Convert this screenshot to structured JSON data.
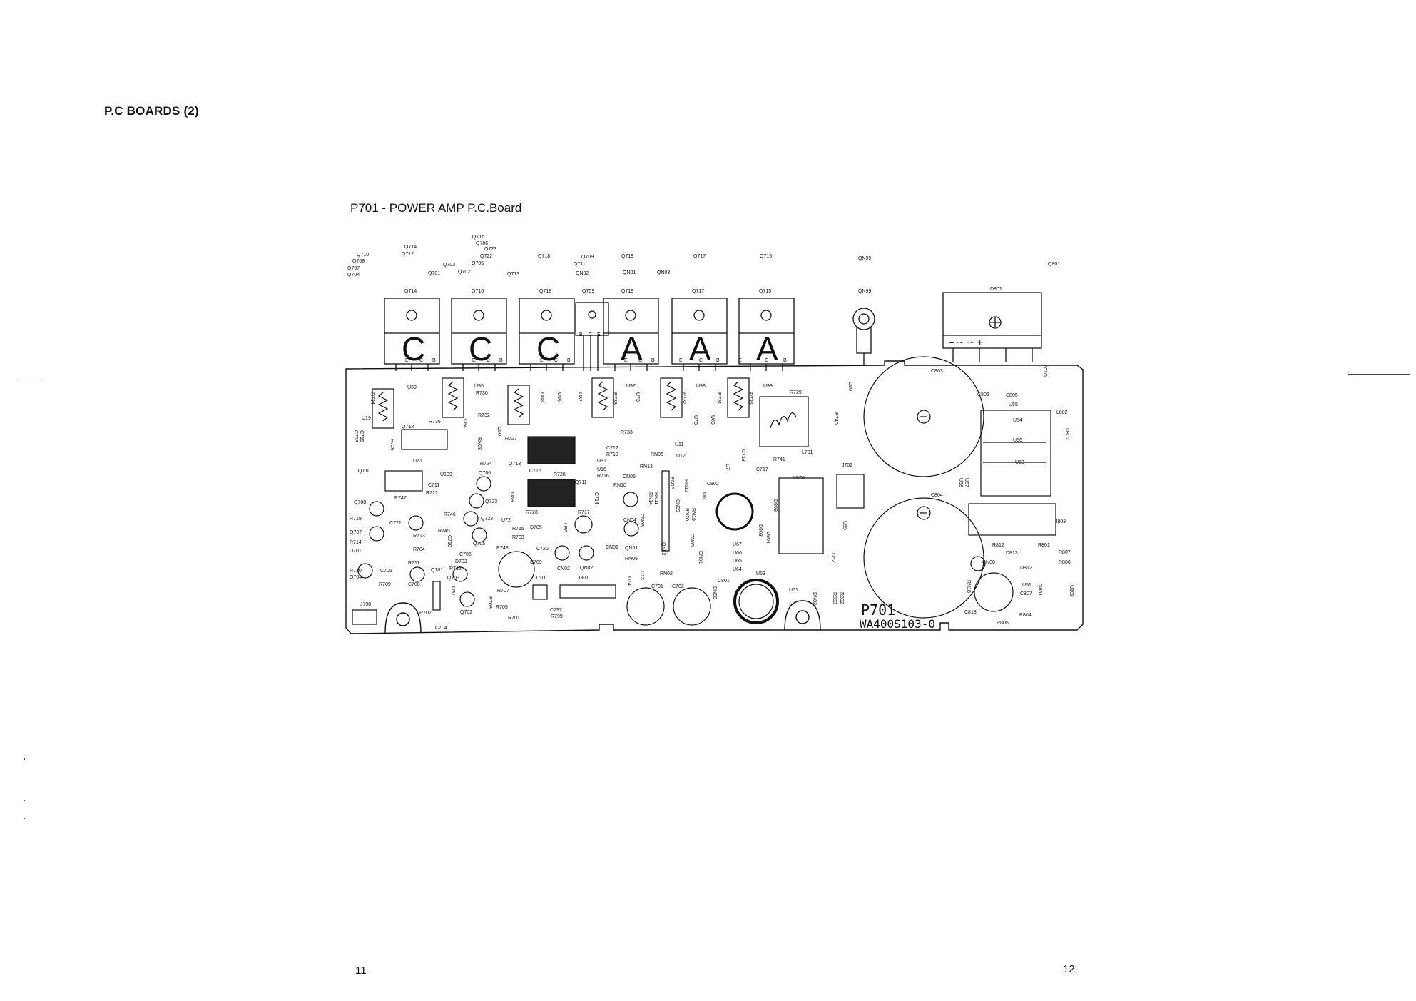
{
  "header": {
    "section_title": "P.C BOARDS (2)"
  },
  "board": {
    "title": "P701 - POWER AMP  P.C.Board",
    "silkscreen_name": "P701",
    "part_number": "WA400S103-0"
  },
  "top_reference_labels": [
    "Q710",
    "Q708",
    "Q707",
    "Q704",
    "Q714",
    "Q712",
    "Q703",
    "Q701",
    "Q716",
    "Q706",
    "Q723",
    "Q722",
    "Q705",
    "Q702",
    "Q713",
    "Q718",
    "Q709",
    "Q711",
    "QN02",
    "Q719",
    "QN01",
    "QN03",
    "Q717",
    "Q715",
    "QN99",
    "Q801"
  ],
  "heatsink_transistors": [
    {
      "ref": "Q714",
      "type": "C",
      "pins": [
        "E",
        "C",
        "B"
      ]
    },
    {
      "ref": "Q716",
      "type": "C",
      "pins": [
        "E",
        "C",
        "B"
      ]
    },
    {
      "ref": "Q718",
      "type": "C",
      "pins": [
        "E",
        "C",
        "B"
      ]
    },
    {
      "ref": "Q709",
      "type": "",
      "pins": [
        "B",
        "C",
        "E"
      ]
    },
    {
      "ref": "Q719",
      "type": "A",
      "pins": [
        "E",
        "C",
        "B"
      ]
    },
    {
      "ref": "Q717",
      "type": "A",
      "pins": [
        "E",
        "C",
        "B"
      ]
    },
    {
      "ref": "Q715",
      "type": "A",
      "pins": [
        "E",
        "C",
        "B"
      ]
    }
  ],
  "other_top_labels": {
    "qn99": "QN99",
    "bridge": "D801",
    "bridge_symbols": "–  ∼  ∼  +"
  },
  "board_component_labels": [
    "U39",
    "U95",
    "U84",
    "R730",
    "R732",
    "R736",
    "U60",
    "RN08",
    "R727",
    "U88",
    "U86",
    "U82",
    "R739",
    "U73",
    "U97",
    "U98",
    "R737",
    "U70",
    "U69",
    "R731",
    "R735",
    "U99",
    "R729",
    "U80",
    "R740",
    "C803",
    "C806",
    "C805",
    "U55",
    "U54",
    "U56",
    "U53",
    "L802",
    "D802",
    "U107",
    "R734",
    "U19",
    "C715",
    "C713",
    "R726",
    "Q712",
    "U71",
    "Q710",
    "U109",
    "C711",
    "R722",
    "R747",
    "Q708",
    "R719",
    "Q707",
    "R714",
    "D701",
    "R710",
    "Q704",
    "C721",
    "R713",
    "R704",
    "R711",
    "C705",
    "R709",
    "C708",
    "J798",
    "R746",
    "R745",
    "C710",
    "Q706",
    "Q723",
    "Q722",
    "U72",
    "R715",
    "R703",
    "Q705",
    "D705",
    "R748",
    "C720",
    "C706",
    "D702",
    "Q701",
    "R712",
    "Q703",
    "U91",
    "C709",
    "R707",
    "R708",
    "R705",
    "R702",
    "C704",
    "Q702",
    "R701",
    "C797",
    "R799",
    "R724",
    "Q713",
    "C716",
    "R728",
    "Q711",
    "C714",
    "U89",
    "R723",
    "R717",
    "U96",
    "R733",
    "C712",
    "R718",
    "U81",
    "U16",
    "R716",
    "RN06",
    "RN13",
    "CN05",
    "RN10",
    "RN14",
    "RN11",
    "RN15",
    "RN12",
    "CN09",
    "RN20",
    "RN19",
    "CN04",
    "CN03",
    "QN03",
    "CN06",
    "DN01",
    "CN01",
    "QN01",
    "RN05",
    "QN02",
    "CN02",
    "J801",
    "J701",
    "RN02",
    "U74",
    "U13",
    "C701",
    "C702",
    "DN08",
    "U11",
    "U12",
    "U7",
    "C718",
    "C717",
    "C802",
    "U6",
    "D809",
    "D803",
    "D804",
    "U67",
    "U66",
    "U65",
    "U64",
    "C801",
    "U63",
    "U61",
    "DN02",
    "R803",
    "R802",
    "R741",
    "L701",
    "LN01",
    "J702",
    "U59",
    "U62",
    "U57",
    "U58",
    "C804",
    "J803",
    "R812",
    "R801",
    "D813",
    "R807",
    "CN08",
    "R806",
    "D812",
    "RN18",
    "C807",
    "U51",
    "Q801",
    "U108",
    "C813",
    "R804",
    "R805"
  ],
  "pages": {
    "left": "11",
    "right": "12"
  }
}
